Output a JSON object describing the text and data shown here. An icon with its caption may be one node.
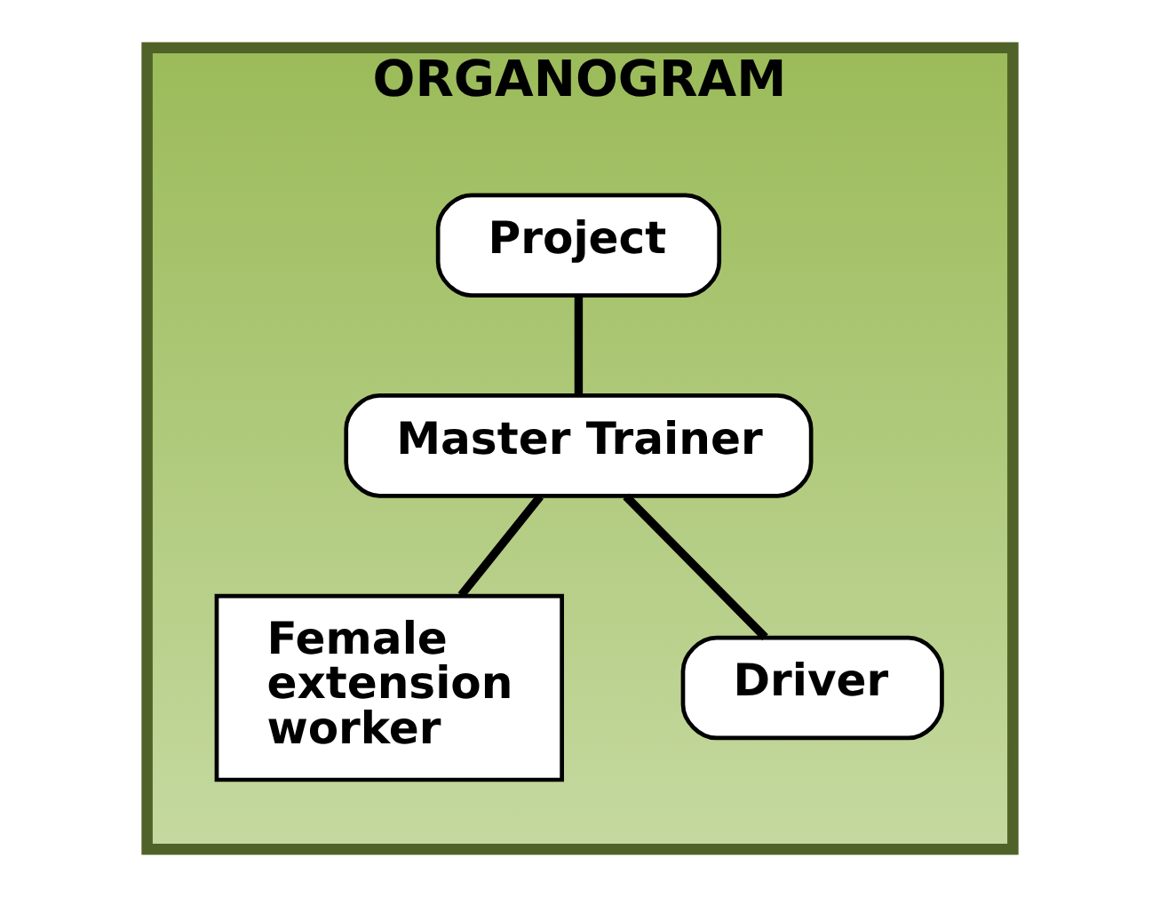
{
  "diagram": {
    "nodes": [
      {
        "text": [
          "ORGANOGRAM"
        ]
      },
      {
        "text": [
          "Project"
        ],
        "in": 0
      },
      {
        "text": [
          "Master Trainer"
        ],
        "in": 0
      },
      {
        "text": [
          "Female extension worker"
        ],
        "in": 0
      },
      {
        "text": [
          "Driver"
        ],
        "in": 0
      }
    ],
    "edges": [
      {
        "from": 1,
        "to": 2,
        "arrow": "none"
      },
      {
        "from": 2,
        "to": 3,
        "arrow": "none"
      },
      {
        "from": 2,
        "to": 4,
        "arrow": "none"
      }
    ]
  }
}
